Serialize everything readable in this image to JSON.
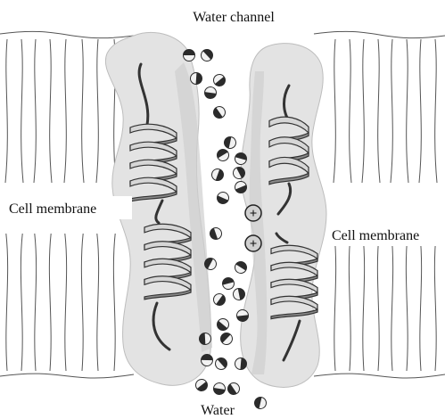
{
  "labels": {
    "top": "Water channel",
    "left": "Cell membrane",
    "right": "Cell membrane",
    "bottom": "Water"
  },
  "ions": [
    "+",
    "+"
  ],
  "colors": {
    "background": "#ffffff",
    "membrane_lines": "#555555",
    "protein_fill": "#e3e3e3",
    "protein_inner": "#cfcfcf",
    "helix_light": "#d6d6d6",
    "helix_dark": "#8a8a8a",
    "water_dark": "#2b2b2b",
    "water_light": "#f2f2f2"
  }
}
